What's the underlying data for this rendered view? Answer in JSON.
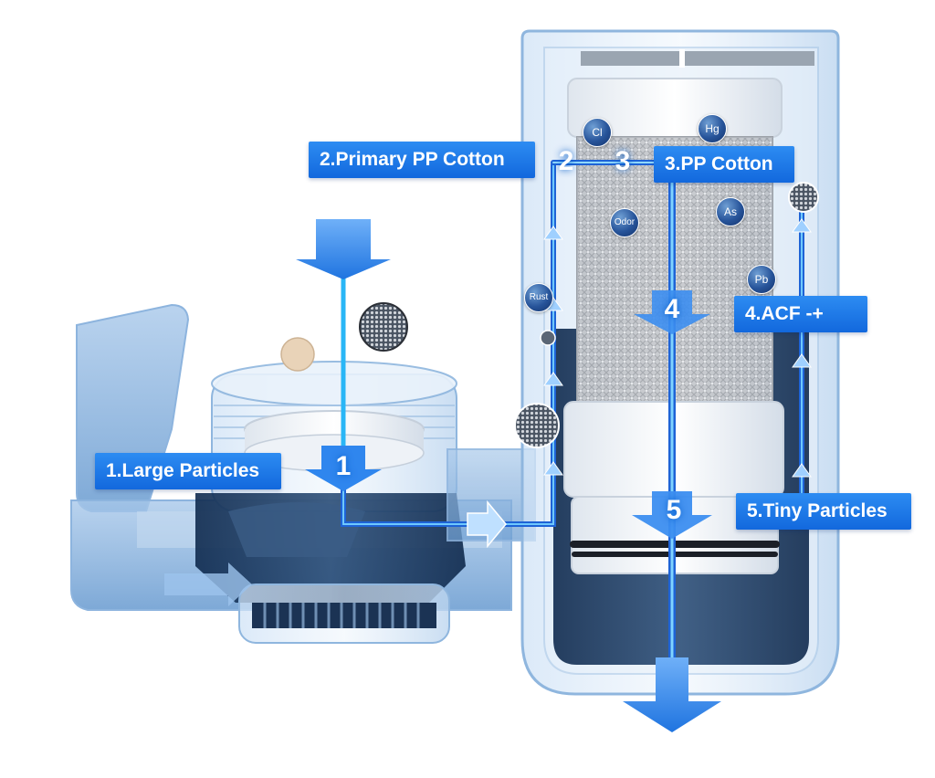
{
  "labels": {
    "large_particles": "1.Large Particles",
    "primary_pp_cotton": "2.Primary PP Cotton",
    "pp_cotton": "3.PP Cotton",
    "acf": "4.ACF -+",
    "tiny_particles": "5.Tiny Particles"
  },
  "step_numbers": [
    "1",
    "2",
    "3",
    "4",
    "5"
  ],
  "contaminants": [
    "Cl",
    "Hg",
    "Odor",
    "As",
    "Rust",
    "Pb"
  ],
  "colors": {
    "label_bg": "#1a73e8",
    "flow_arrow": "#3a8df0",
    "flow_line": "#29b6f6",
    "housing": "#b9d6f2",
    "contaminant_bubble": "#27549a"
  }
}
